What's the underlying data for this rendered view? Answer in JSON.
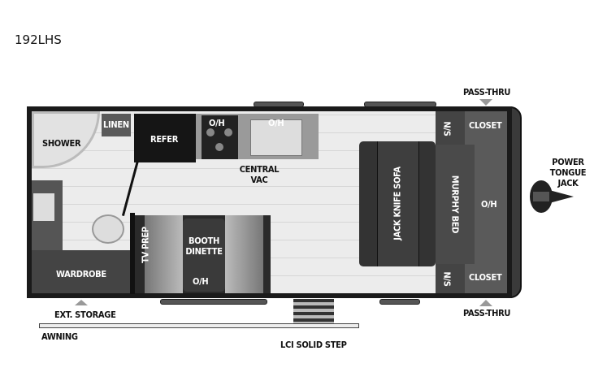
{
  "model_name": "192LHS",
  "rooms": {
    "shower": "SHOWER",
    "linen": "LINEN",
    "refer": "REFER",
    "stove_oh": "O/H",
    "sink_oh": "O/H",
    "central_vac": "CENTRAL VAC",
    "tv_prep": "TV PREP",
    "booth_dinette": "BOOTH DINETTE",
    "dinette_oh": "O/H",
    "wardrobe": "WARDROBE",
    "sofa": "JACK KNIFE SOFA",
    "murphy_bed": "MURPHY BED",
    "bed_oh": "O/H",
    "ns_top": "N/S",
    "ns_bottom": "N/S",
    "closet_top": "CLOSET",
    "closet_bottom": "CLOSET"
  },
  "exterior": {
    "pass_thru_top": "PASS-THRU",
    "pass_thru_bottom": "PASS-THRU",
    "power_tongue_jack": "POWER TONGUE JACK",
    "ext_storage": "EXT. STORAGE",
    "awning": "AWNING",
    "step": "LCI SOLID STEP"
  },
  "colors": {
    "wall": "#1a1a1a",
    "floor": "#ececec",
    "dark_furniture": "#3a3a3a",
    "arrow": "#999999"
  }
}
